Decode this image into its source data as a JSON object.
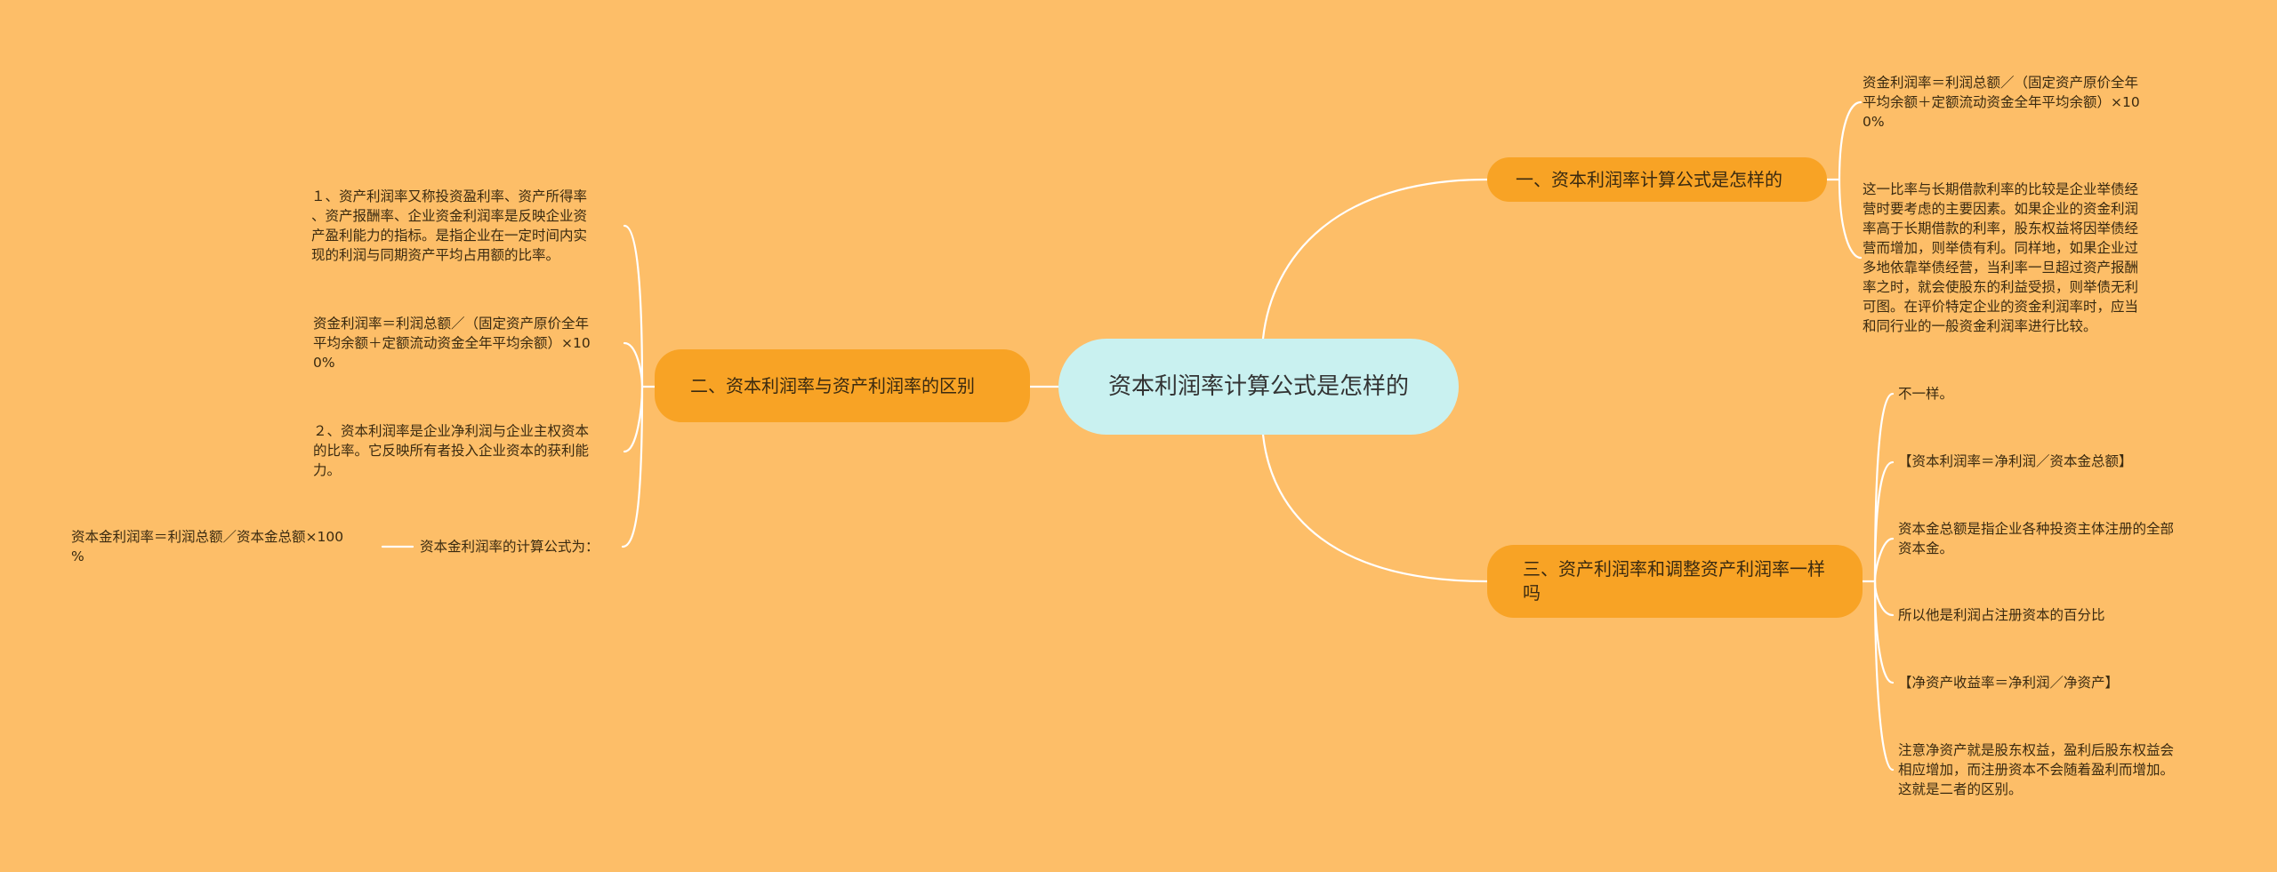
{
  "center": {
    "label": "资本利润率计算公式是怎样的"
  },
  "branches": [
    {
      "label": "一、资本利润率计算公式是怎样的",
      "leaves": [
        "资金利润率＝利润总额／（固定资产原价全年\n平均余额＋定额流动资金全年平均余额）×10\n0%",
        "这一比率与长期借款利率的比较是企业举债经\n营时要考虑的主要因素。如果企业的资金利润\n率高于长期借款的利率，股东权益将因举债经\n营而增加，则举债有利。同样地，如果企业过\n多地依靠举债经营，当利率一旦超过资产报酬\n率之时，就会使股东的利益受损，则举债无利\n可图。在评价特定企业的资金利润率时，应当\n和同行业的一般资金利润率进行比较。"
      ]
    },
    {
      "label": "二、资本利润率与资产利润率的区别",
      "leaves": [
        "１、资产利润率又称投资盈利率、资产所得率\n、资产报酬率、企业资金利润率是反映企业资\n产盈利能力的指标。是指企业在一定时间内实\n现的利润与同期资产平均占用额的比率。",
        "资金利润率＝利润总额／（固定资产原价全年\n平均余额＋定额流动资金全年平均余额）×10\n0%",
        "２、资本利润率是企业净利润与企业主权资本\n的比率。它反映所有者投入企业资本的获利能\n力。",
        "资本金利润率的计算公式为："
      ],
      "sub_leaf": "资本金利润率＝利润总额／资本金总额×100\n%"
    },
    {
      "label": "三、资产利润率和调整资产利润率一样吗",
      "leaves": [
        "不一样。",
        "【资本利润率＝净利润／资本金总额】",
        "资本金总额是指企业各种投资主体注册的全部\n资本金。",
        "所以他是利润占注册资本的百分比",
        "【净资产收益率＝净利润／净资产】",
        "注意净资产就是股东权益，盈利后股东权益会\n相应增加，而注册资本不会随着盈利而增加。\n这就是二者的区别。"
      ]
    }
  ]
}
